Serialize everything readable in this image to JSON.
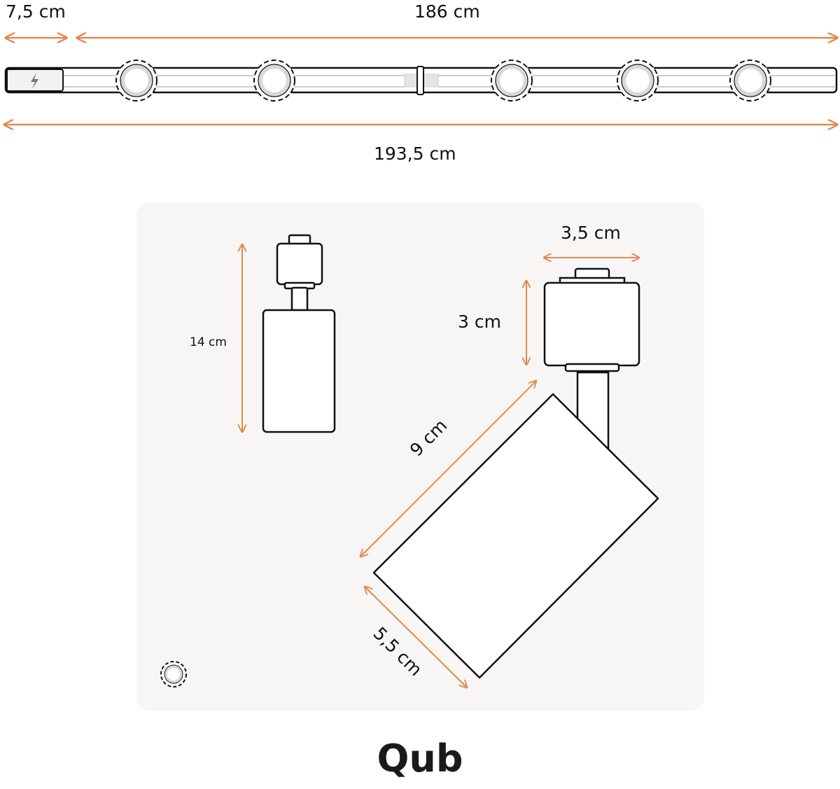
{
  "dimensions": {
    "end_cap": "7,5 cm",
    "track_usable": "186 cm",
    "track_total": "193,5 cm",
    "head_width": "3,5 cm",
    "head_height": "3 cm",
    "spot_height": "14 cm",
    "cylinder_length": "9 cm",
    "cylinder_diameter": "5,5 cm"
  },
  "logo": {
    "text": "Qub"
  },
  "colors": {
    "dimension_line": "#e08a4f",
    "outline": "#111111",
    "panel": "#f7f6f4",
    "spot_fill": "#d8d8d8"
  },
  "icons": {
    "power": "lightning-bolt-icon"
  }
}
